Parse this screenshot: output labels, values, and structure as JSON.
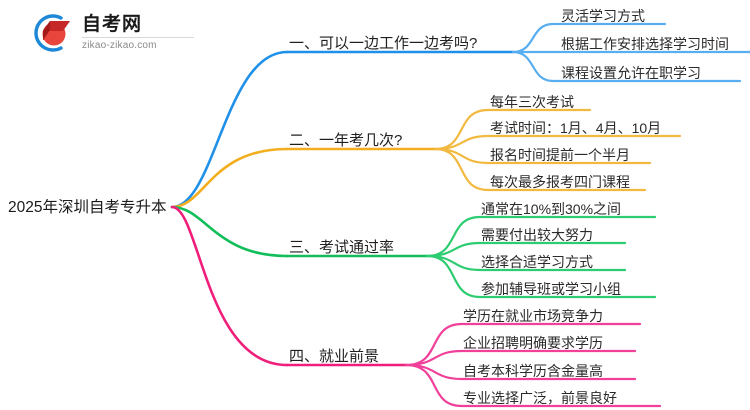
{
  "logo": {
    "name": "自考网",
    "url": "zikao-zikao.com",
    "mark_icon": "graduation-book-icon"
  },
  "mindmap": {
    "root": {
      "label": "2025年深圳自考专升本"
    },
    "branches": [
      {
        "label": "一、可以一边工作一边考吗?",
        "color": "#1E90E8",
        "children": [
          {
            "label": "灵活学习方式"
          },
          {
            "label": "根据工作安排选择学习时间"
          },
          {
            "label": "课程设置允许在职学习"
          }
        ]
      },
      {
        "label": "二、一年考几次?",
        "color": "#F2AE1E",
        "children": [
          {
            "label": "每年三次考试"
          },
          {
            "label": "考试时间：1月、4月、10月"
          },
          {
            "label": "报名时间提前一个半月"
          },
          {
            "label": "每次最多报考四门课程"
          }
        ]
      },
      {
        "label": "三、考试通过率",
        "color": "#12BE59",
        "children": [
          {
            "label": "通常在10%到30%之间"
          },
          {
            "label": "需要付出较大努力"
          },
          {
            "label": "选择合适学习方式"
          },
          {
            "label": "参加辅导班或学习小组"
          }
        ]
      },
      {
        "label": "四、就业前景",
        "color": "#F01E7B",
        "children": [
          {
            "label": "学历在就业市场竞争力"
          },
          {
            "label": "企业招聘明确要求学历"
          },
          {
            "label": "自考本科学历含金量高"
          },
          {
            "label": "专业选择广泛，前景良好"
          }
        ]
      }
    ]
  }
}
